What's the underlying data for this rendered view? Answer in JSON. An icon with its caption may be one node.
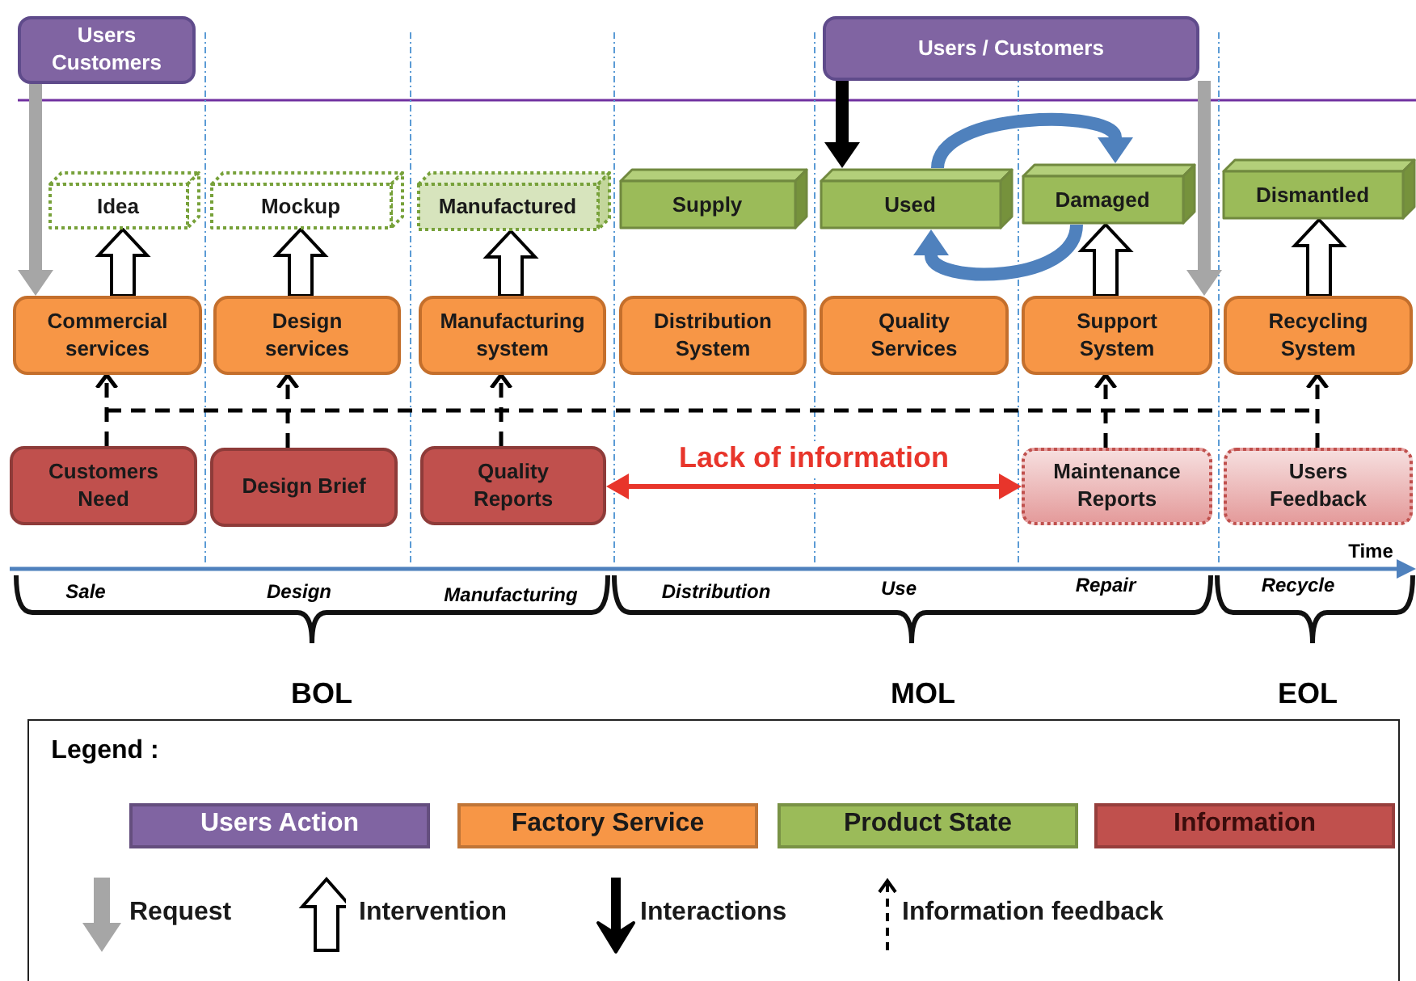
{
  "diagram": {
    "nodes": [
      {
        "text": [
          "Users Customers"
        ]
      },
      {
        "text": [
          "Users / Customers"
        ]
      },
      {
        "text": [
          "Idea"
        ]
      },
      {
        "text": [
          "Mockup"
        ]
      },
      {
        "text": [
          "Manufactured"
        ]
      },
      {
        "text": [
          "Supply"
        ]
      },
      {
        "text": [
          "Used"
        ]
      },
      {
        "text": [
          "Damaged"
        ]
      },
      {
        "text": [
          "Dismantled"
        ]
      },
      {
        "text": [
          "Commercial services"
        ]
      },
      {
        "text": [
          "Design services"
        ]
      },
      {
        "text": [
          "Manufacturing system"
        ]
      },
      {
        "text": [
          "Distribution System"
        ]
      },
      {
        "text": [
          "Quality Services"
        ]
      },
      {
        "text": [
          "Support System"
        ]
      },
      {
        "text": [
          "Recycling System"
        ]
      },
      {
        "text": [
          "Customers Need"
        ]
      },
      {
        "text": [
          "Design Brief"
        ]
      },
      {
        "text": [
          "Quality Reports"
        ]
      },
      {
        "text": [
          "Maintenance Reports"
        ]
      },
      {
        "text": [
          "Users Feedback"
        ]
      }
    ],
    "edges": [
      {
        "from": 0,
        "to": 9,
        "arrow": "to",
        "style": "thick",
        "color": "#a6a6a6"
      },
      {
        "from": 1,
        "to": 6,
        "arrow": "to",
        "style": "thick"
      },
      {
        "from": 1,
        "to": 14,
        "arrow": "to",
        "style": "thick",
        "color": "#a6a6a6"
      },
      {
        "from": 9,
        "to": 2,
        "arrow": "to"
      },
      {
        "from": 10,
        "to": 3,
        "arrow": "to"
      },
      {
        "from": 11,
        "to": 4,
        "arrow": "to"
      },
      {
        "from": 14,
        "to": 7,
        "arrow": "to"
      },
      {
        "from": 15,
        "to": 8,
        "arrow": "to"
      },
      {
        "from": 6,
        "to": 7,
        "arrow": "to",
        "style": "thick",
        "color": "#4f81bd"
      },
      {
        "from": 7,
        "to": 6,
        "arrow": "to",
        "style": "thick",
        "color": "#4f81bd"
      },
      {
        "from": 16,
        "to": 9,
        "arrow": "to",
        "style": "dashed"
      },
      {
        "from": 17,
        "to": 10,
        "arrow": "to",
        "style": "dashed"
      },
      {
        "from": 18,
        "to": 11,
        "arrow": "to",
        "style": "dashed"
      },
      {
        "from": 19,
        "to": 14,
        "arrow": "to",
        "style": "dashed"
      },
      {
        "from": 20,
        "to": 15,
        "arrow": "to",
        "style": "dashed"
      },
      {
        "from": 18,
        "to": 19,
        "arrow": "both",
        "label": "Lack of information",
        "color": "#e8352b"
      }
    ],
    "labels": [
      "Time",
      "Sale",
      "Design",
      "Manufacturing",
      "Distribution",
      "Use",
      "Repair",
      "Recycle",
      "BOL",
      "MOL",
      "EOL",
      "Legend :"
    ],
    "legend": [
      {
        "text": "Users Action",
        "color": "#8064a2"
      },
      {
        "text": "Factory Service",
        "color": "#f79646"
      },
      {
        "text": "Product State",
        "color": "#9bbb59"
      },
      {
        "text": "Information",
        "color": "#c0504d"
      },
      {
        "text": "Request"
      },
      {
        "text": "Intervention"
      },
      {
        "text": "Interactions"
      },
      {
        "text": "Information feedback"
      }
    ]
  }
}
